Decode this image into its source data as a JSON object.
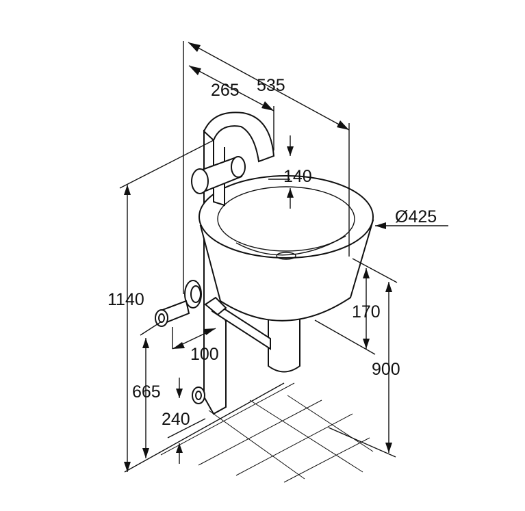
{
  "diagram": {
    "background": "#ffffff",
    "line_color": "#111111",
    "dimensions": {
      "width_total": "535",
      "width_tap": "265",
      "tap_height": "140",
      "diameter": "Ø425",
      "basin_height": "170",
      "rim_height": "900",
      "total_height": "1140",
      "fixing_height": "665",
      "fixing_spacing": "100",
      "bracket_width": "240"
    }
  }
}
